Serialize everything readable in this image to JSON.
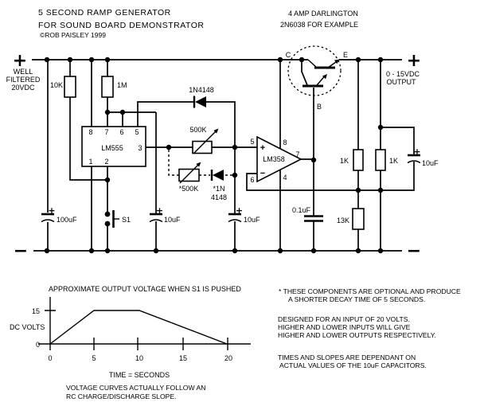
{
  "colors": {
    "ink": "#000000",
    "background": "#ffffff"
  },
  "title": {
    "line1": "5 SECOND RAMP GENERATOR",
    "line2": "FOR SOUND BOARD DEMONSTRATOR",
    "copyright": "©ROB PAISLEY 1999"
  },
  "power": {
    "input_plus": "+",
    "input_minus": "−",
    "output_plus": "+",
    "output_minus": "−",
    "input_label": [
      "WELL",
      "FILTERED",
      "20VDC"
    ],
    "output_label": [
      "0 - 15VDC",
      "OUTPUT"
    ]
  },
  "darlington": {
    "note1": "4 AMP DARLINGTON",
    "note2": "2N6038 FOR EXAMPLE",
    "collector": "C",
    "emitter": "E",
    "base": "B"
  },
  "ic555": {
    "name": "LM555",
    "pin8": "8",
    "pin7": "7",
    "pin6": "6",
    "pin5": "5",
    "pin3": "3",
    "pin1": "1",
    "pin2": "2"
  },
  "ic358": {
    "name": "LM358",
    "pin5": "5",
    "pin6": "6",
    "pin8": "8",
    "pin7": "7",
    "pin4": "4",
    "noninv": "+",
    "inv": "−"
  },
  "components": {
    "r_10k": "10K",
    "r_1m": "1M",
    "d1": "1N4148",
    "pot_500k": "500K",
    "pot_500k_opt": "*500K",
    "d2_line1": "*1N",
    "d2_line2": "4148",
    "c_100uf": "100uF",
    "c_10uf_timing": "10uF",
    "c_10uf_b": "10uF",
    "c_01uf": "0.1uF",
    "c_10uf_out": "10uF",
    "r_1k_a": "1K",
    "r_1k_b": "1K",
    "r_13k": "13K",
    "switch": "S1",
    "polarity": "+"
  },
  "graph": {
    "title": "APPROXIMATE OUTPUT VOLTAGE WHEN S1 IS PUSHED",
    "ylabel": "DC VOLTS",
    "y_max": "15",
    "y_min": "0",
    "x_ticks": [
      "0",
      "5",
      "10",
      "15",
      "20"
    ],
    "xlabel": "TIME = SECONDS",
    "caption1": "VOLTAGE CURVES ACTUALLY FOLLOW AN",
    "caption2": "RC CHARGE/DISCHARGE SLOPE."
  },
  "notes": {
    "optional1": "*  THESE COMPONENTS ARE OPTIONAL AND PRODUCE",
    "optional2": "A SHORTER DECAY TIME OF 5 SECONDS.",
    "design1": "DESIGNED FOR AN INPUT OF 20 VOLTS.",
    "design2": "HIGHER AND LOWER INPUTS WILL GIVE",
    "design3": "HIGHER AND LOWER OUTPUTS RESPECTIVELY.",
    "times1": "TIMES AND SLOPES ARE DEPENDANT ON",
    "times2": "ACTUAL VALUES OF THE 10uF CAPACITORS."
  },
  "chart_data": {
    "type": "line",
    "title": "APPROXIMATE OUTPUT VOLTAGE WHEN S1 IS PUSHED",
    "xlabel": "TIME = SECONDS",
    "ylabel": "DC VOLTS",
    "x": [
      0,
      5,
      10,
      20
    ],
    "y": [
      0,
      15,
      15,
      0
    ],
    "x_ticks": [
      0,
      5,
      10,
      15,
      20
    ],
    "y_ticks": [
      0,
      15
    ],
    "xlim": [
      0,
      21.5
    ],
    "ylim": [
      0,
      19
    ],
    "grid": false,
    "note": "VOLTAGE CURVES ACTUALLY FOLLOW AN RC CHARGE/DISCHARGE SLOPE."
  }
}
